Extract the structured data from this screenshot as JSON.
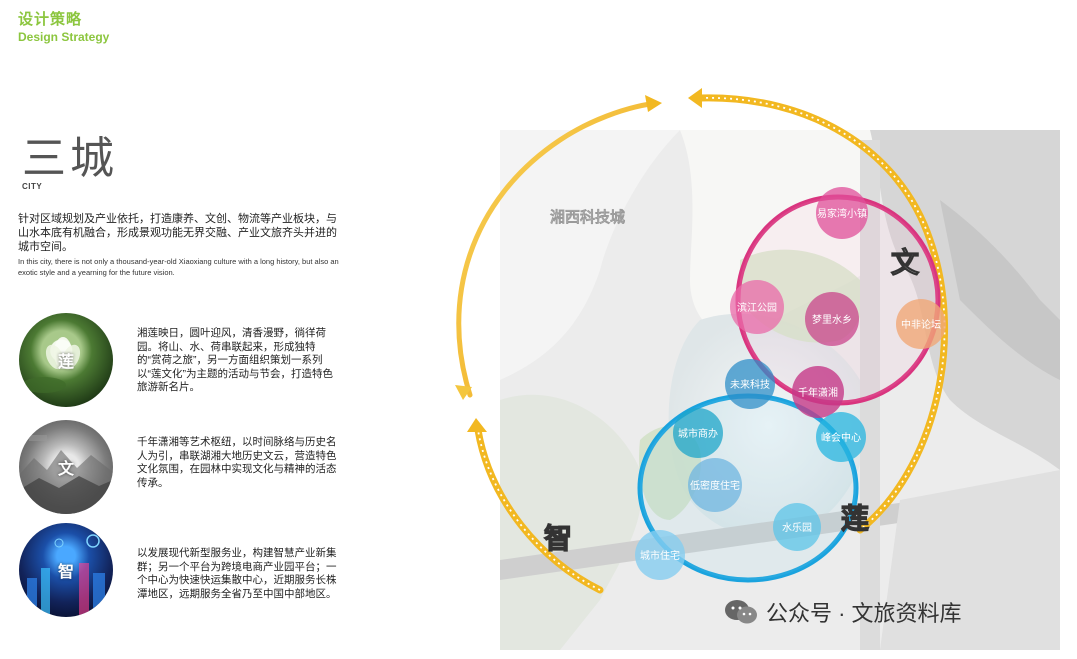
{
  "header": {
    "title_cn": "设计策略",
    "title_en": "Design Strategy"
  },
  "section": {
    "title": "三城",
    "subtitle": "CITY",
    "intro_cn": "针对区域规划及产业依托，打造康养、文创、物流等产业板块，与山水本底有机融合，形成景观功能无界交融、产业文旅齐头并进的城市空间。",
    "intro_en": "In this city, there is not only a thousand-year-old Xiaoxiang culture with a long history, but also an exotic style and a yearning for the future vision."
  },
  "features": [
    {
      "icon_label": "莲",
      "text": "湘莲映日，圆叶迎风，清香漫野，徜徉荷园。将山、水、荷串联起来，形成独特的“赏荷之旅”，另一方面组织策划一系列以“莲文化”为主题的活动与节会，打造特色旅游新名片。"
    },
    {
      "icon_label": "文",
      "text": "千年潇湘等艺术枢纽，以时间脉络与历史名人为引，串联湖湘大地历史文云，营造特色文化氛围，在园林中实现文化与精神的活态传承。"
    },
    {
      "icon_label": "智",
      "text": "以发展现代新型服务业，构建智慧产业新集群；另一个平台为跨境电商产业园平台；一个中心为快速快运集散中心，近期服务长株潭地区，远期服务全省乃至中国中部地区。"
    }
  ],
  "diagram": {
    "map_label": "湘西科技城",
    "ring_labels": {
      "wen": "文",
      "lian": "莲",
      "zhi": "智"
    },
    "nodes": [
      {
        "id": "yijiawan",
        "label": "易家湾小镇",
        "color": "#e04f9a"
      },
      {
        "id": "binjiang",
        "label": "滨江公园",
        "color": "#e96aa8"
      },
      {
        "id": "mengli",
        "label": "梦里水乡",
        "color": "#c83b86"
      },
      {
        "id": "zhongfei",
        "label": "中非论坛",
        "color": "#f0a877"
      },
      {
        "id": "qiannian",
        "label": "千年潇湘",
        "color": "#c63a88"
      },
      {
        "id": "weilai",
        "label": "未来科技",
        "color": "#2f8fc8"
      },
      {
        "id": "chengshishangban",
        "label": "城市商办",
        "color": "#1ea6c9"
      },
      {
        "id": "fenghui",
        "label": "峰会中心",
        "color": "#27b6e0"
      },
      {
        "id": "dimidu",
        "label": "低密度住宅",
        "color": "#6fb6e0"
      },
      {
        "id": "shuileyuan",
        "label": "水乐园",
        "color": "#5cc4e8"
      },
      {
        "id": "chengshizhuzhai",
        "label": "城市住宅",
        "color": "#86cdf0"
      }
    ],
    "colors": {
      "pink_ring": "#d9357f",
      "blue_ring": "#1aa3de",
      "arrow": "#f2b821",
      "header": "#8cc63f"
    }
  },
  "watermark": {
    "text": "公众号 · 文旅资料库"
  }
}
